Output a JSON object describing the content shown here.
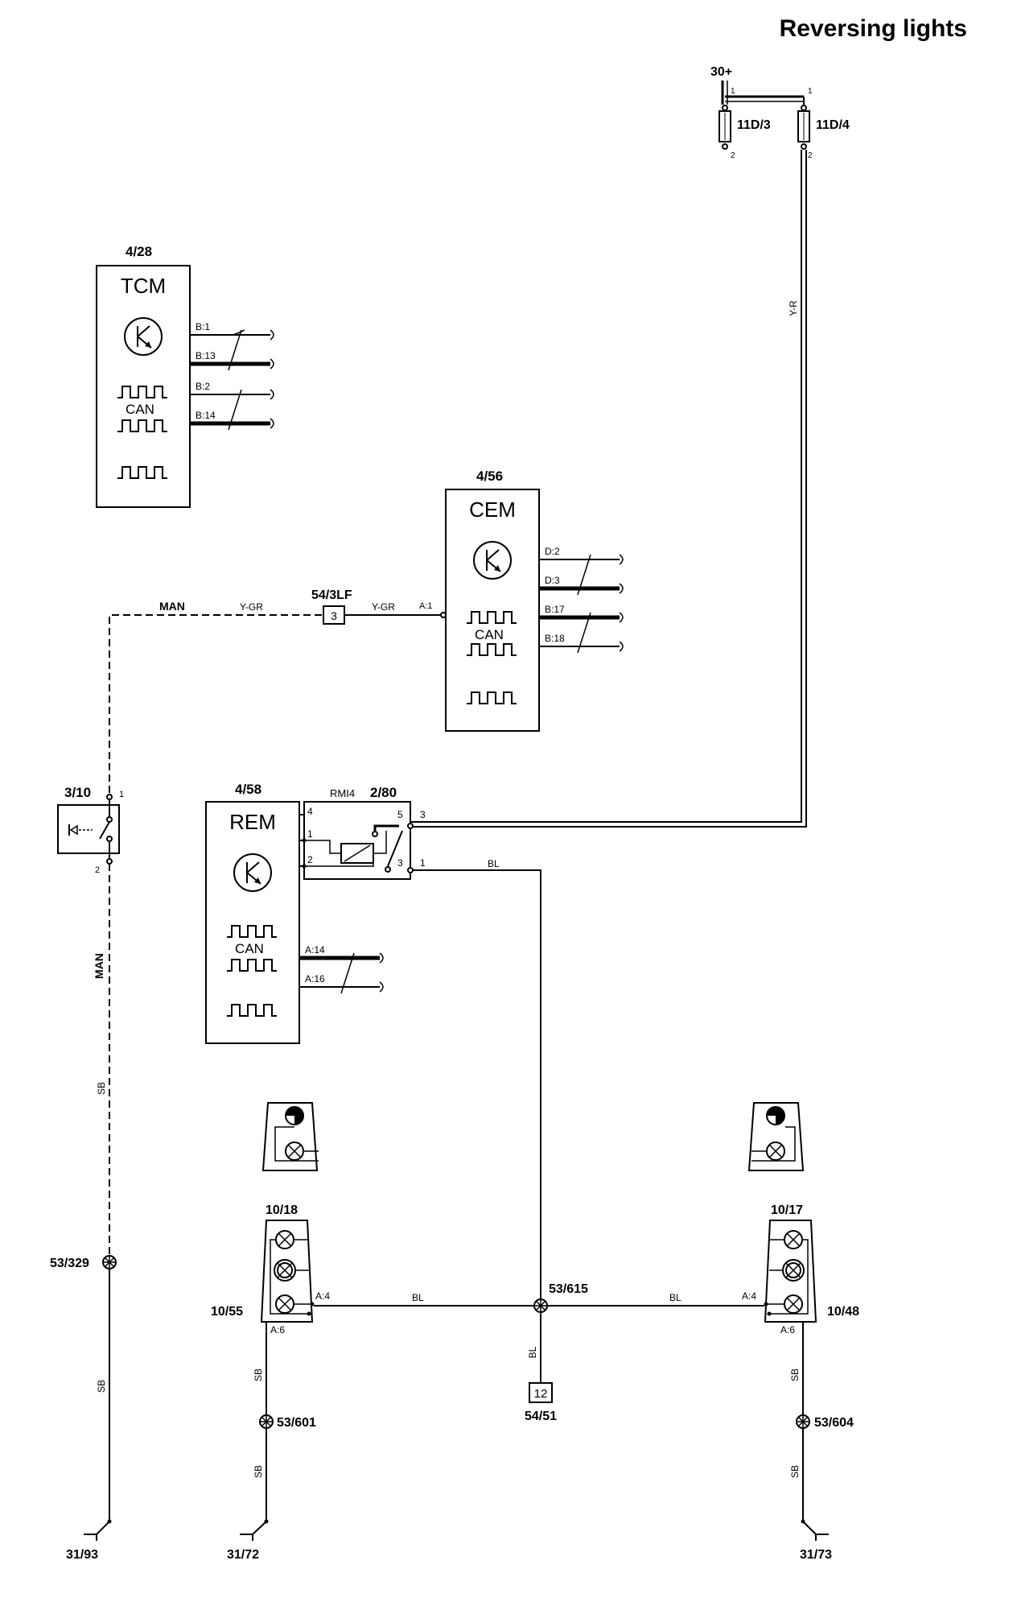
{
  "title": "Reversing lights",
  "supply": {
    "label": "30+"
  },
  "fuses": [
    {
      "id": "11D/3",
      "pin_top": "1",
      "pin_bottom": "2"
    },
    {
      "id": "11D/4",
      "pin_top": "1",
      "pin_bottom": "2"
    }
  ],
  "tcm": {
    "ref": "4/28",
    "name": "TCM",
    "can": "CAN",
    "pins": [
      "B:1",
      "B:13",
      "B:2",
      "B:14"
    ]
  },
  "cem": {
    "ref": "4/56",
    "name": "CEM",
    "can": "CAN",
    "pins": [
      "D:2",
      "D:3",
      "B:17",
      "B:18"
    ],
    "input_pin": "A:1"
  },
  "rem": {
    "ref": "4/58",
    "name": "REM",
    "can": "CAN",
    "pins": [
      "A:14",
      "A:16"
    ]
  },
  "relay": {
    "ref": "2/80",
    "name": "RMI4",
    "pins": [
      "4",
      "1",
      "2",
      "5",
      "3"
    ],
    "out_pins": [
      "3",
      "1"
    ]
  },
  "switch": {
    "ref": "3/10",
    "pin_top": "1",
    "pin_bottom": "2"
  },
  "connector_3lf": {
    "ref": "54/3LF",
    "pin": "3"
  },
  "connector_51": {
    "ref": "54/51",
    "pin": "12"
  },
  "wires": {
    "man": "MAN",
    "ygr": "Y-GR",
    "yr": "Y-R",
    "bl": "BL",
    "sb": "SB"
  },
  "lamps": {
    "left_ref": "10/18",
    "left_sub": "10/55",
    "right_ref": "10/17",
    "right_sub": "10/48",
    "pin_a4": "A:4",
    "pin_a6": "A:6"
  },
  "splices": [
    "53/329",
    "53/615",
    "53/601",
    "53/604"
  ],
  "grounds": [
    "31/93",
    "31/72",
    "31/73"
  ]
}
